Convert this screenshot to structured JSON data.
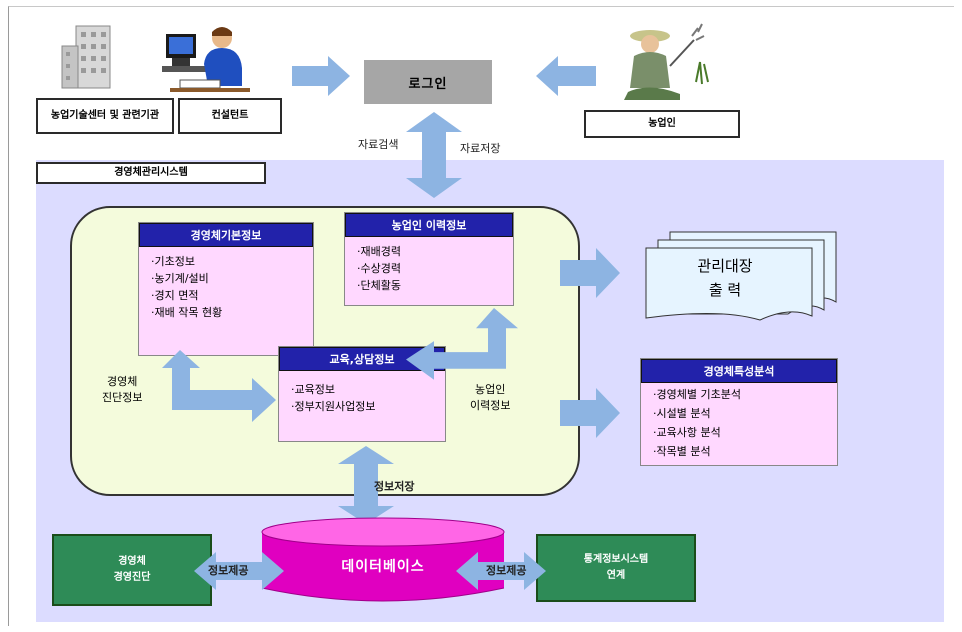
{
  "top": {
    "org_label": "농업기술센터 및 관련기관",
    "consultant_label": "컨설턴트",
    "login_label": "로그인",
    "farmer_label": "농업인",
    "search_label": "자료검색",
    "save_label": "자료저장"
  },
  "system": {
    "title": "경영체관리시스템"
  },
  "box_basic": {
    "title": "경영체기본정보",
    "items": [
      "·기초정보",
      "·농기계/설비",
      "·경지 면적",
      "·재배 작목 현황"
    ]
  },
  "box_farmer": {
    "title": "농업인 이력정보",
    "items": [
      "·재배경력",
      "·수상경력",
      "·단체활동"
    ]
  },
  "box_edu": {
    "title": "교육,상담정보",
    "items": [
      "·교육정보",
      "·정부지원사업정보"
    ]
  },
  "labels": {
    "farm_diag": "경영체\n진단정보",
    "farmer_history": "농업인\n이력정보",
    "info_save": "정보저장",
    "info_provide_left": "정보제공",
    "info_provide_right": "정보제공"
  },
  "registry": {
    "line1": "관리대장",
    "line2": "출    력"
  },
  "analysis": {
    "title": "경영체특성분석",
    "items": [
      "·경영체별 기초분석",
      "·시설별 분석",
      "·교육사항 분석",
      "·작목별 분석"
    ]
  },
  "database": {
    "label": "데이터베이스"
  },
  "left_green": {
    "label": "경영체\n경영진단"
  },
  "right_green": {
    "label": "통계정보시스템\n연계"
  },
  "colors": {
    "arrow": "#8db4e2",
    "database": "#e000c0",
    "header": "#2222aa",
    "info_bg": "#ffd8ff",
    "panel_bg": "#f4fbdc",
    "system_bg": "#dcdcff",
    "green": "#2e8b57"
  }
}
